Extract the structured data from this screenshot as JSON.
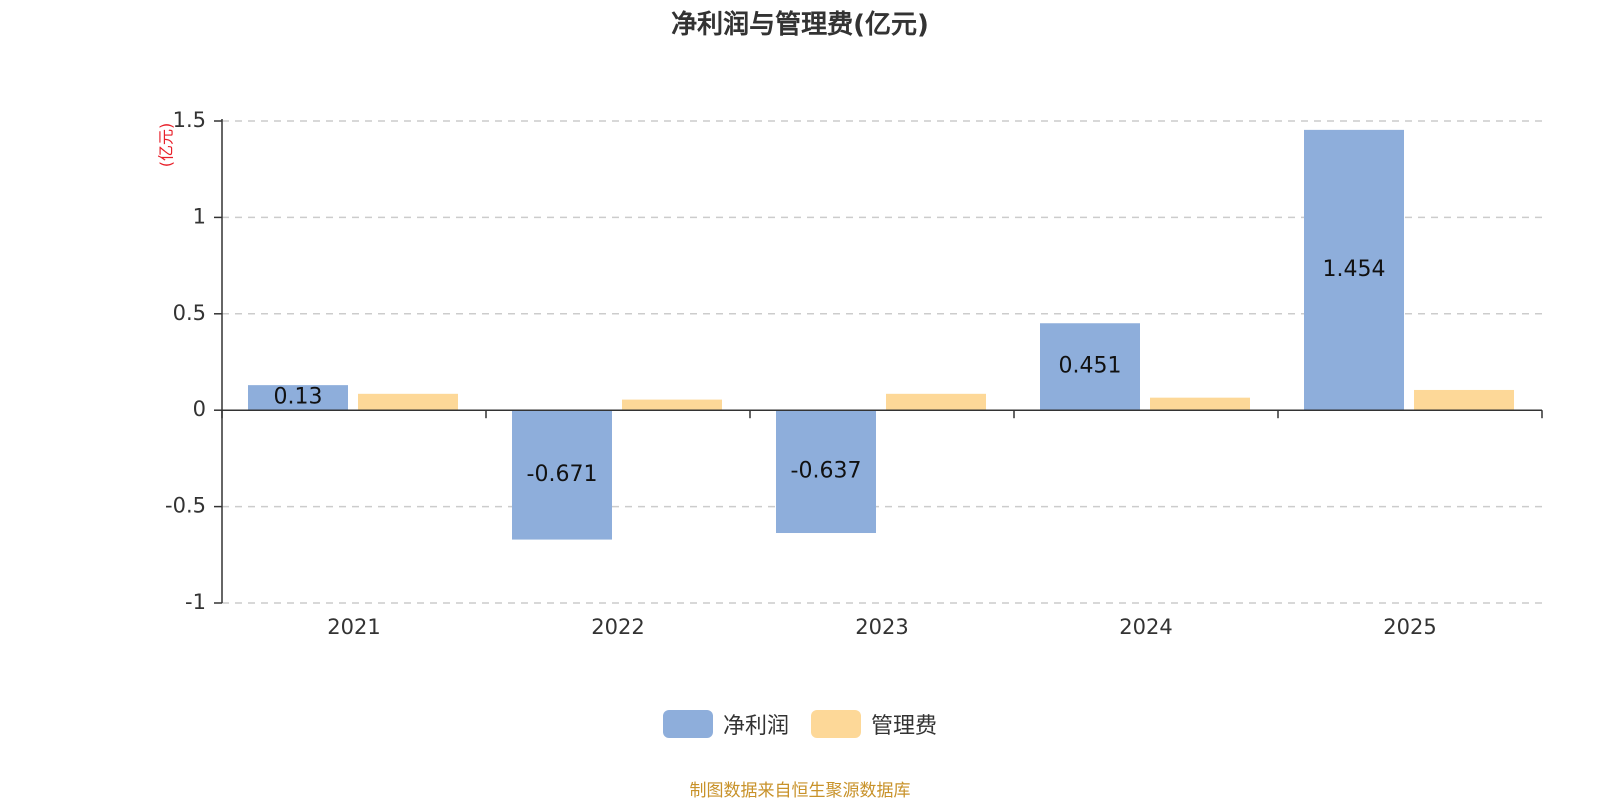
{
  "chart_data": {
    "type": "bar",
    "title": "净利润与管理费(亿元)",
    "unit_label": "(亿元)",
    "categories": [
      "2021",
      "2022",
      "2023",
      "2024",
      "2025"
    ],
    "series": [
      {
        "name": "净利润",
        "color": "#8eaedb",
        "values": [
          0.13,
          -0.671,
          -0.637,
          0.451,
          1.454
        ],
        "labels": [
          "0.13",
          "-0.671",
          "-0.637",
          "0.451",
          "1.454"
        ]
      },
      {
        "name": "管理费",
        "color": "#fdd898",
        "values": [
          0.085,
          0.055,
          0.085,
          0.065,
          0.105
        ]
      }
    ],
    "ylim": [
      -1,
      1.5
    ],
    "yticks": [
      -1,
      -0.5,
      0,
      0.5,
      1,
      1.5
    ],
    "ytick_labels": [
      "-1",
      "-0.5",
      "0",
      "0.5",
      "1",
      "1.5"
    ],
    "grid": true,
    "legend_position": "bottom-center"
  },
  "source_note": {
    "text": "制图数据来自恒生聚源数据库",
    "color": "#c8922a"
  }
}
